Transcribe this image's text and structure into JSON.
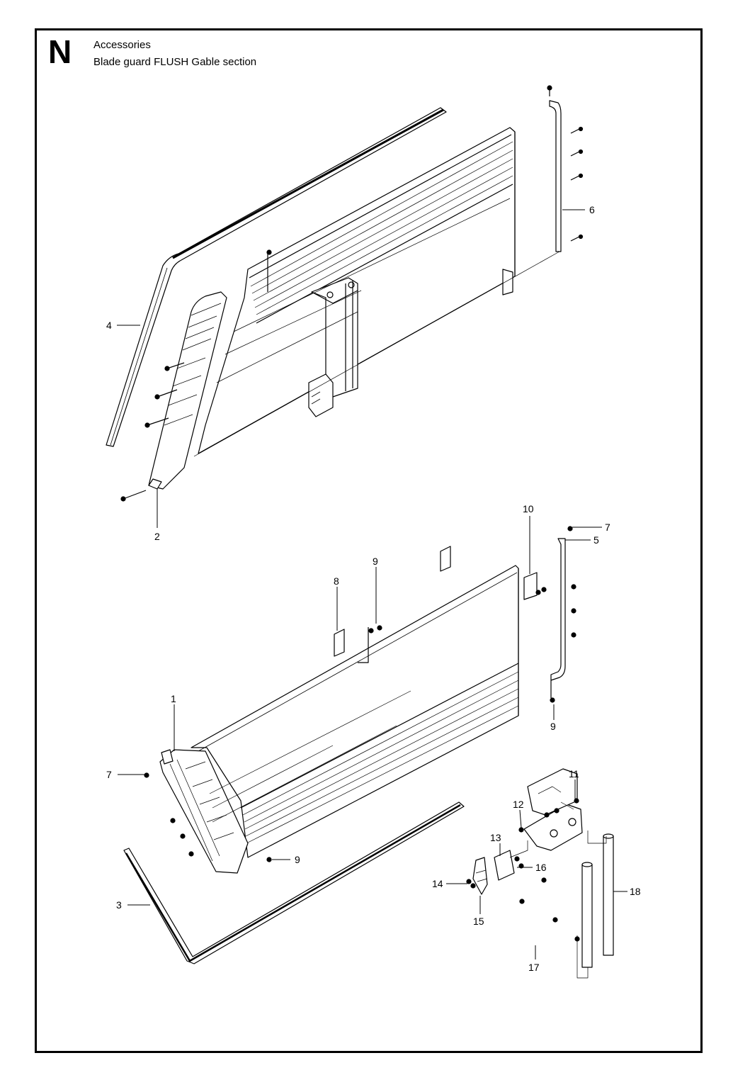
{
  "header": {
    "section_letter": "N",
    "category": "Accessories",
    "subtitle": "Blade guard FLUSH Gable section"
  },
  "callouts": [
    {
      "id": "c4",
      "text": "4"
    },
    {
      "id": "c2",
      "text": "2"
    },
    {
      "id": "c6",
      "text": "6"
    },
    {
      "id": "c10",
      "text": "10"
    },
    {
      "id": "c7a",
      "text": "7"
    },
    {
      "id": "c5",
      "text": "5"
    },
    {
      "id": "c9a",
      "text": "9"
    },
    {
      "id": "c8",
      "text": "8"
    },
    {
      "id": "c9b",
      "text": "9"
    },
    {
      "id": "c1",
      "text": "1"
    },
    {
      "id": "c7b",
      "text": "7"
    },
    {
      "id": "c9c",
      "text": "9"
    },
    {
      "id": "c11",
      "text": "11"
    },
    {
      "id": "c12",
      "text": "12"
    },
    {
      "id": "c13",
      "text": "13"
    },
    {
      "id": "c16",
      "text": "16"
    },
    {
      "id": "c14",
      "text": "14"
    },
    {
      "id": "c15",
      "text": "15"
    },
    {
      "id": "c18",
      "text": "18"
    },
    {
      "id": "c3",
      "text": "3"
    },
    {
      "id": "c17",
      "text": "17"
    }
  ]
}
